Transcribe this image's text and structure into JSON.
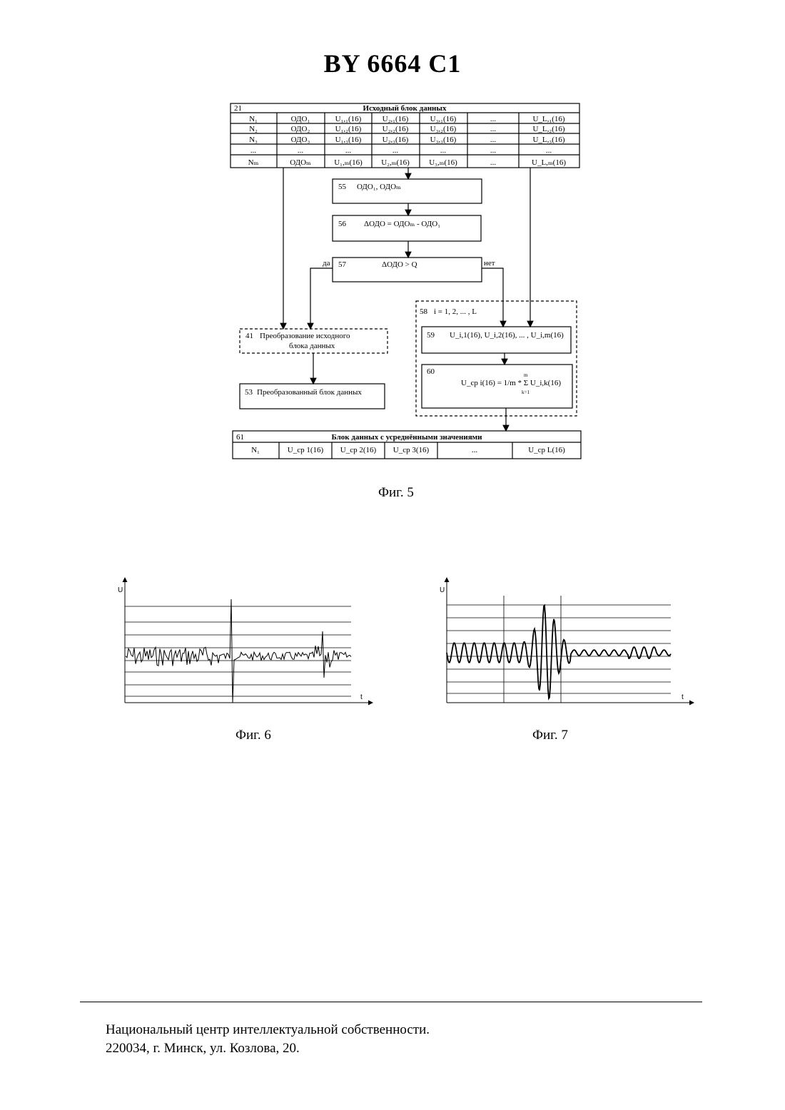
{
  "header": {
    "title": "BY 6664 C1"
  },
  "fig5": {
    "caption": "Фиг. 5",
    "table21": {
      "num": "21",
      "title": "Исходный блок данных",
      "rows": [
        [
          "N₁",
          "ОДО₁",
          "U₁,₁(16)",
          "U₂,₁(16)",
          "U₃,₁(16)",
          "...",
          "U_L,₁(16)"
        ],
        [
          "N₂",
          "ОДО₂",
          "U₁,₂(16)",
          "U₂,₂(16)",
          "U₃,₂(16)",
          "...",
          "U_L,₂(16)"
        ],
        [
          "N₃",
          "ОДО₃",
          "U₁,₃(16)",
          "U₂,₃(16)",
          "U₃,₃(16)",
          "...",
          "U_L,₃(16)"
        ],
        [
          "...",
          "...",
          "...",
          "...",
          "...",
          "...",
          "..."
        ],
        [
          "Nₘ",
          "ОДОₘ",
          "U₁,ₘ(16)",
          "U₂,ₘ(16)",
          "U₃,ₘ(16)",
          "...",
          "U_L,ₘ(16)"
        ]
      ]
    },
    "b55": {
      "num": "55",
      "text": "ОДО₁, ОДОₘ"
    },
    "b56": {
      "num": "56",
      "text": "ΔОДО = ОДОₘ - ОДО₁"
    },
    "b57": {
      "num": "57",
      "text": "ΔОДО > Q",
      "yes": "да",
      "no": "нет"
    },
    "b58": {
      "num": "58",
      "text": "i = 1, 2, ... , L"
    },
    "b59": {
      "num": "59",
      "text": "U_i,1(16), U_i,2(16), ... , U_i,m(16)"
    },
    "b60": {
      "num": "60",
      "formula": "U_cp i(16) = 1/m * Σ U_i,k(16)",
      "sum_top": "m",
      "sum_bottom": "k=1"
    },
    "b41": {
      "num": "41",
      "line1": "Преобразование исходного",
      "line2": "блока данных"
    },
    "b53": {
      "num": "53",
      "text": "Преобразованный блок данных"
    },
    "table61": {
      "num": "61",
      "title": "Блок данных с усреднёнными значениями",
      "cells": [
        "N₁",
        "U_cp 1(16)",
        "U_cp 2(16)",
        "U_cp 3(16)",
        "...",
        "U_cp L(16)"
      ]
    }
  },
  "fig6": {
    "caption": "Фиг. 6",
    "y_axis": "U",
    "x_axis": "t"
  },
  "fig7": {
    "caption": "Фиг. 7",
    "y_axis": "U",
    "x_axis": "t"
  },
  "footer": {
    "line1": "Национальный центр интеллектуальной собственности.",
    "line2": "220034, г. Минск, ул. Козлова, 20."
  }
}
